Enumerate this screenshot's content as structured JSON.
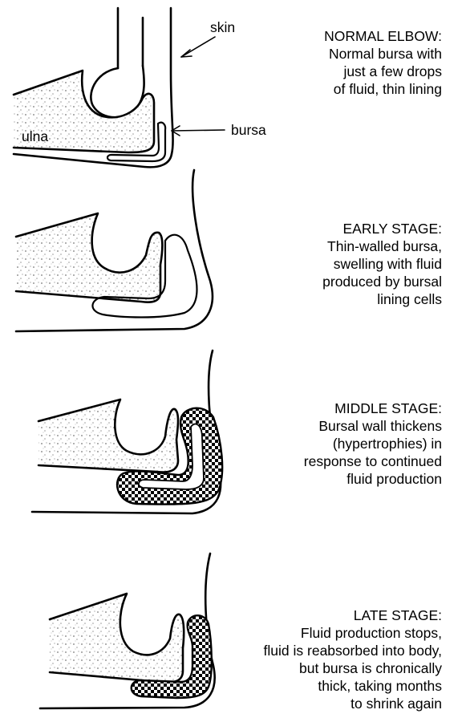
{
  "labels": {
    "skin": "skin",
    "bursa": "bursa",
    "ulna": "ulna"
  },
  "captions": [
    {
      "lines": [
        "NORMAL ELBOW:",
        "Normal bursa with",
        "just a few drops",
        "of fluid, thin lining"
      ]
    },
    {
      "lines": [
        "EARLY STAGE:",
        "Thin-walled bursa,",
        "swelling with fluid",
        "produced by bursal",
        "lining cells"
      ]
    },
    {
      "lines": [
        "MIDDLE STAGE:",
        "Bursal wall thickens",
        "(hypertrophies) in",
        "response to continued",
        "fluid production"
      ]
    },
    {
      "lines": [
        "LATE STAGE:",
        "Fluid production stops,",
        "fluid is reabsorbed into body,",
        "but bursa is chronically",
        "thick, taking months",
        "to shrink again"
      ]
    }
  ]
}
